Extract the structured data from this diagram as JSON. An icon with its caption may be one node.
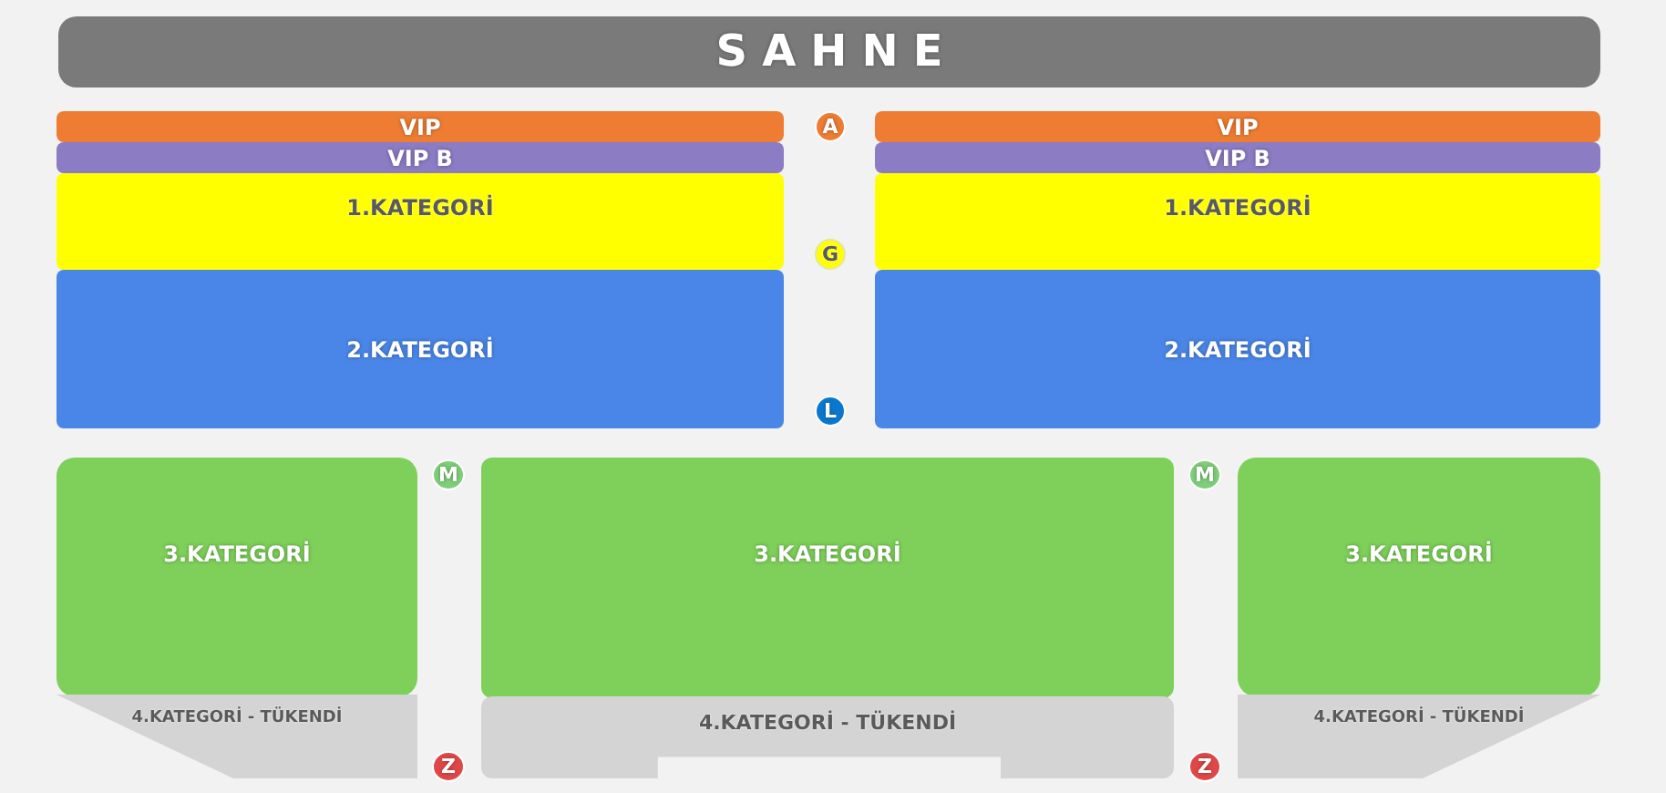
{
  "diagram": {
    "nodes": [
      {
        "text": [
          "SAHNE"
        ]
      },
      {
        "text": [
          "VIP"
        ]
      },
      {
        "text": [
          "A"
        ]
      },
      {
        "text": [
          "VIP"
        ]
      },
      {
        "text": [
          "VIP B"
        ]
      },
      {
        "text": [
          "VIP B"
        ]
      },
      {
        "text": [
          "1.KATEGORİ"
        ]
      },
      {
        "text": [
          "G"
        ]
      },
      {
        "text": [
          "1.KATEGORİ"
        ]
      },
      {
        "text": [
          "2.KATEGORİ"
        ]
      },
      {
        "text": [
          "L"
        ]
      },
      {
        "text": [
          "2.KATEGORİ"
        ]
      },
      {
        "text": [
          "M"
        ]
      },
      {
        "text": [
          "M"
        ]
      },
      {
        "text": [
          "3.KATEGORİ"
        ]
      },
      {
        "text": [
          "3.KATEGORİ"
        ]
      },
      {
        "text": [
          "3.KATEGORİ"
        ]
      },
      {
        "text": [
          "4.KATEGORİ - TÜKENDİ"
        ]
      },
      {
        "text": [
          "4.KATEGORİ - TÜKENDİ"
        ]
      },
      {
        "text": [
          "4.KATEGORİ - TÜKENDİ"
        ]
      },
      {
        "text": [
          "Z"
        ]
      },
      {
        "text": [
          "Z"
        ]
      }
    ]
  }
}
